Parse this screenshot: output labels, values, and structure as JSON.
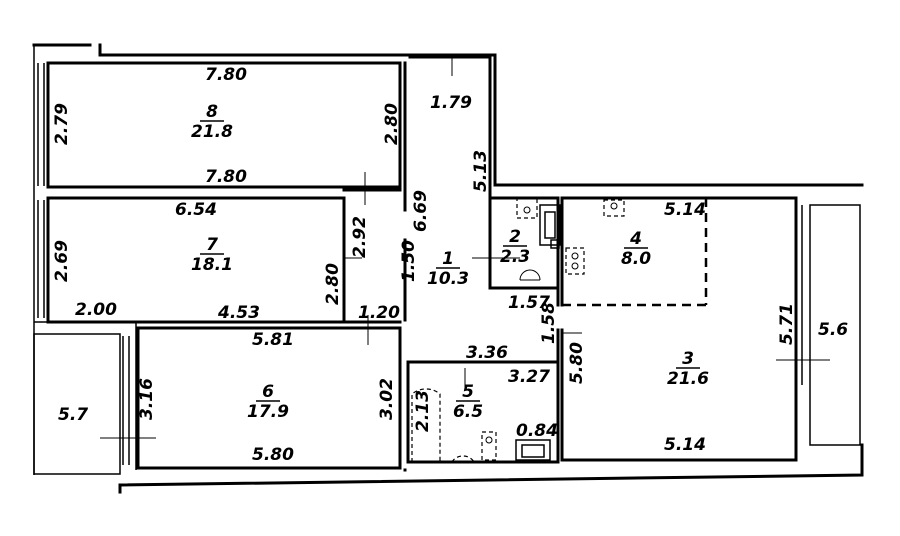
{
  "rooms": [
    {
      "number": "8",
      "area": "21.8"
    },
    {
      "number": "7",
      "area": "18.1"
    },
    {
      "number": "6",
      "area": "17.9"
    },
    {
      "number": "1",
      "area": "10.3"
    },
    {
      "number": "2",
      "area": "2.3"
    },
    {
      "number": "4",
      "area": "8.0"
    },
    {
      "number": "3",
      "area": "21.6"
    },
    {
      "number": "5",
      "area": "6.5"
    }
  ],
  "balconies": {
    "left": "5.7",
    "right": "5.6"
  },
  "dimensions": {
    "r8_top": "7.80",
    "r8_bottom": "7.80",
    "r8_left": "2.79",
    "r8_right": "2.80",
    "r7_top": "6.54",
    "r7_left": "2.69",
    "r7_right_a": "2.92",
    "r7_right_b": "2.80",
    "r7_bottom_a": "2.00",
    "r7_bottom_b": "4.53",
    "r6_top": "5.81",
    "r6_bottom": "5.80",
    "r6_left": "3.16",
    "r6_right": "3.02",
    "hall_top": "1.79",
    "hall_side": "5.13",
    "hall_vert": "6.69",
    "hall_mid": "1.50",
    "hall_gap": "1.20",
    "hall_step": "1.57",
    "hall_step_v": "1.58",
    "r5_top": "3.36",
    "r5_sub": "3.27",
    "r5_left": "2.13",
    "r5_small": "0.84",
    "r4_top": "5.14",
    "r3_bottom": "5.14",
    "r3_left": "5.80",
    "r3_right": "5.71"
  }
}
